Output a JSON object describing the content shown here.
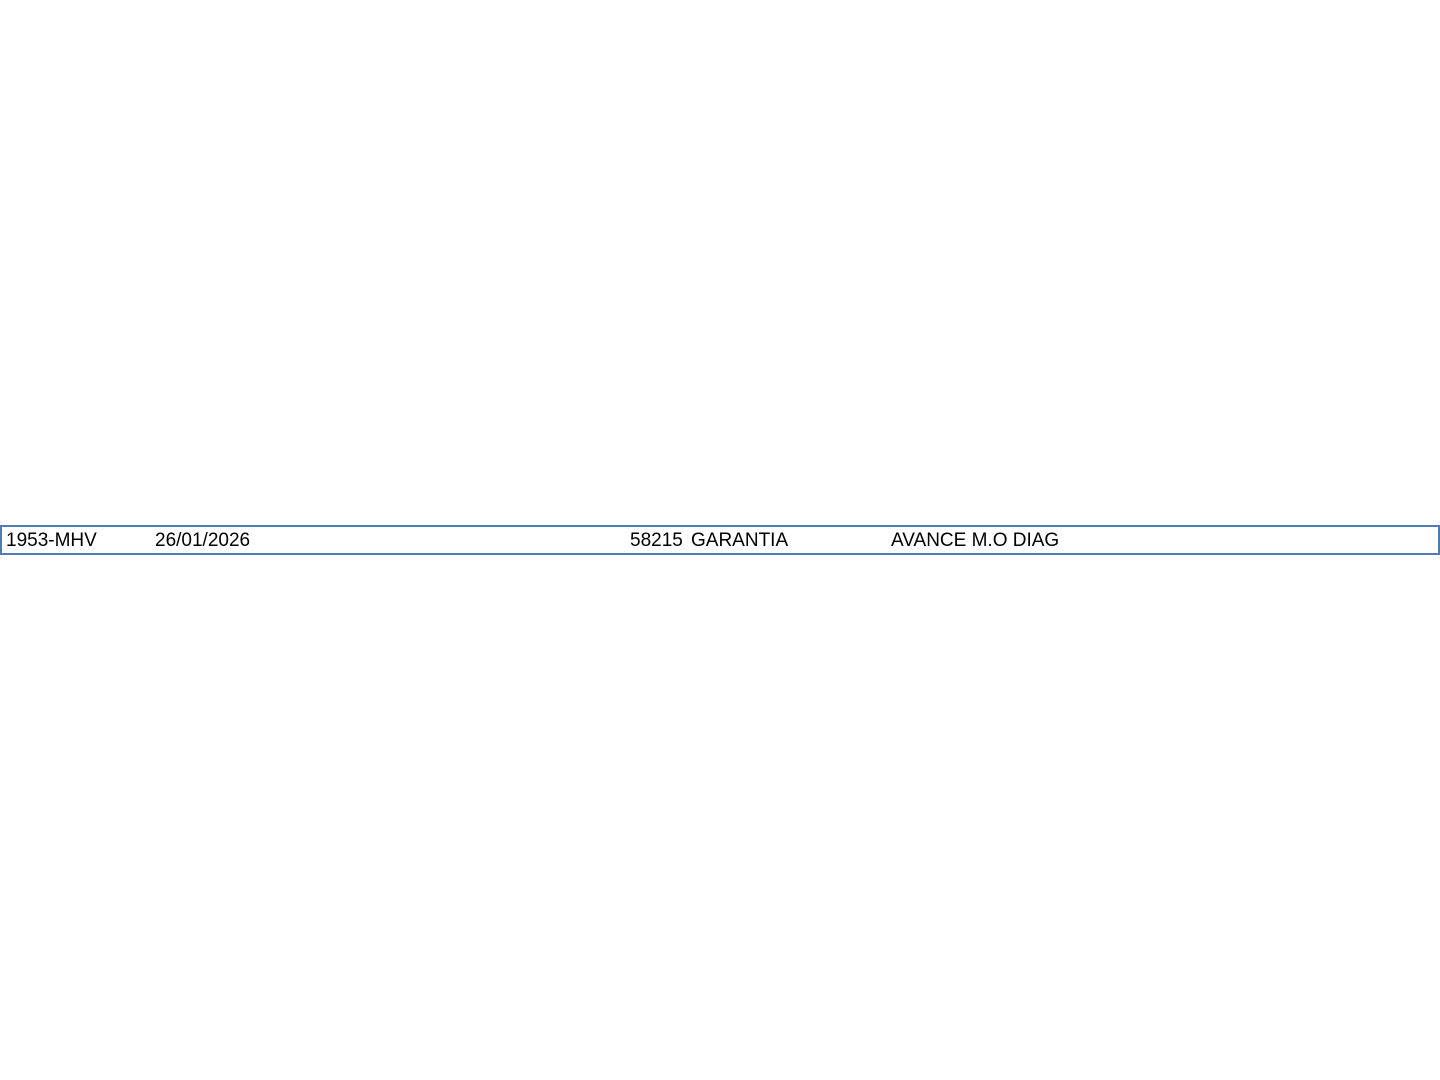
{
  "record": {
    "plate": "1953-MHV",
    "date": "26/01/2026",
    "number": "58215",
    "type": "GARANTIA",
    "description": "AVANCE M.O DIAG"
  },
  "colors": {
    "row_border": "#4f7db1",
    "background": "#ffffff",
    "text": "#000000"
  }
}
